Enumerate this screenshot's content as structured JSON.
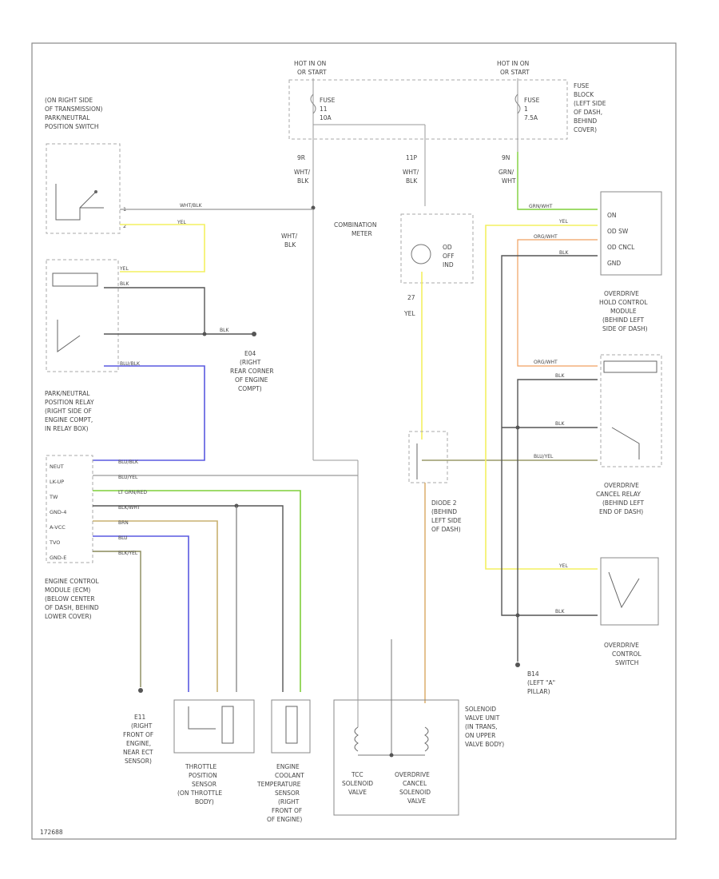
{
  "power": {
    "left": {
      "title": "HOT IN ON",
      "sub": "OR START",
      "fuse": [
        "FUSE",
        "11",
        "10A"
      ],
      "wire_pin": "9R",
      "wire": [
        "WHT/",
        "BLK"
      ]
    },
    "right": {
      "title": "HOT IN ON",
      "sub": "OR START",
      "fuse": [
        "FUSE",
        "1",
        "7.5A"
      ],
      "wire_pin": "9N",
      "wire": [
        "GRN/",
        "WHT"
      ]
    },
    "block_label": [
      "FUSE",
      "BLOCK",
      "(LEFT SIDE",
      "OF DASH,",
      "BEHIND",
      "COVER)"
    ],
    "mid_pin": "11P",
    "mid_wire": [
      "WHT/",
      "BLK"
    ],
    "left_branch": [
      "WHT/",
      "BLK"
    ]
  },
  "labels": {
    "pn_switch": [
      "(ON RIGHT SIDE",
      "OF TRANSMISSION)",
      "PARK/NEUTRAL",
      "POSITION SWITCH"
    ],
    "pn_relay": [
      "PARK/NEUTRAL",
      "POSITION RELAY",
      "(RIGHT SIDE OF",
      "ENGINE COMPT,",
      "IN RELAY BOX)"
    ],
    "ground_e4": [
      "E04",
      "(RIGHT",
      "REAR CORNER",
      "OF ENGINE",
      "COMPT)"
    ],
    "meter": [
      "COMBINATION",
      "METER"
    ],
    "meter_lamp": [
      "OD",
      "OFF",
      "IND"
    ],
    "meter_pin": "27",
    "meter_wire": "YEL",
    "hold_module": [
      "OVERDRIVE",
      "HOLD CONTROL",
      "MODULE",
      "(BEHIND LEFT",
      "SIDE OF DASH)"
    ],
    "hold_pins": [
      "ON",
      "OD SW",
      "OD CNCL",
      "GND"
    ],
    "cancel_relay": [
      "OVERDRIVE",
      "CANCEL RELAY",
      "(BEHIND LEFT",
      "END OF DASH)"
    ],
    "diode": [
      "DIODE 2",
      "(BEHIND",
      "LEFT SIDE",
      "OF DASH)"
    ],
    "ecm": [
      "ENGINE CONTROL",
      "MODULE (ECM)",
      "(BELOW CENTER",
      "OF DASH, BEHIND",
      "LOWER COVER)"
    ],
    "ecm_pins": [
      "NEUT",
      "LK-UP",
      "TW",
      "GND-4",
      "A-VCC",
      "TVO",
      "GND-E"
    ],
    "od_switch": [
      "OVERDRIVE",
      "CONTROL",
      "SWITCH"
    ],
    "ground_b4": [
      "B14",
      "(LEFT \"A\"",
      "PILLAR)"
    ],
    "ground_e1": [
      "E11",
      "(RIGHT",
      "FRONT OF",
      "ENGINE,",
      "NEAR ECT",
      "SENSOR)"
    ],
    "tps": [
      "THROTTLE",
      "POSITION",
      "SENSOR",
      "(ON THROTTLE",
      "BODY)"
    ],
    "ect": [
      "ENGINE",
      "COOLANT",
      "TEMPERATURE",
      "SENSOR",
      "(RIGHT",
      "FRONT OF",
      "OF ENGINE)"
    ],
    "solenoid_unit": [
      "SOLENOID",
      "VALVE UNIT",
      "(IN TRANS,",
      "ON UPPER",
      "VALVE BODY)"
    ],
    "tcc": [
      "TCC",
      "SOLENOID",
      "VALVE"
    ],
    "od_cancel_sol": [
      "OVERDRIVE",
      "CANCEL",
      "SOLENOID",
      "VALVE"
    ],
    "figure_id": "172688"
  },
  "wires": {
    "w_wht_blk": "WHT/BLK",
    "w_yel": "YEL",
    "w_blk": "BLK",
    "w_blu_blk": "BLU/BLK",
    "w_blu_yel": "BLU/YEL",
    "w_lt_grn_red": "LT GRN/RED",
    "w_blk_wht": "BLK/WHT",
    "w_brn": "BRN",
    "w_blu": "BLU",
    "w_blk_yel": "BLK/YEL",
    "w_org_wht": "ORG/WHT",
    "w_grn_wht": "GRN/WHT"
  },
  "colors": {
    "wire_default": "#999999",
    "yellow": "#f4f060",
    "green": "#7ecf3a",
    "blue": "#5a5ae0",
    "brown": "#c8b070",
    "orange": "#f0a060",
    "dark": "#555555"
  }
}
